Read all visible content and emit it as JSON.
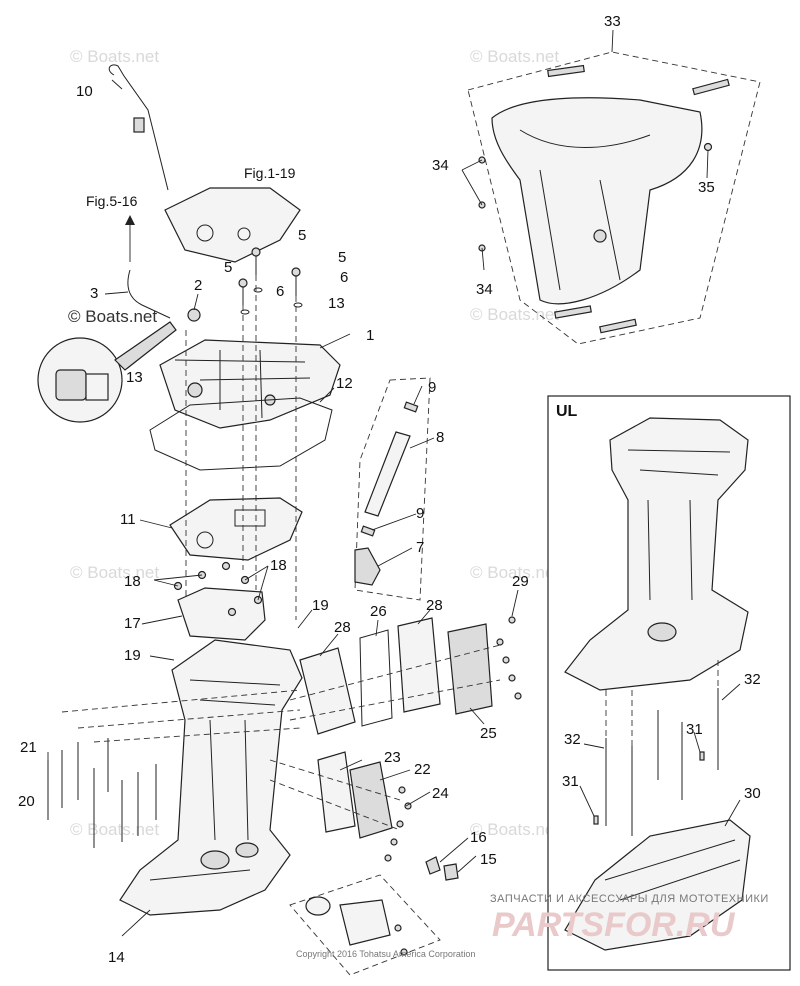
{
  "watermarks": [
    "© Boats.net",
    "© Boats.net",
    "© Boats.net",
    "© Boats.net",
    "© Boats.net",
    "© Boats.net",
    "© Boats.net",
    "© Boats.net"
  ],
  "boats_label": "© Boats.net",
  "fig_refs": {
    "fig_5_16": "Fig.5-16",
    "fig_1_19": "Fig.1-19"
  },
  "inset_label": "UL",
  "copyright": "Copyright 2016 Tohatsu America Corporation",
  "shop": {
    "line1": "ЗАПЧАСТИ И АКСЕССУАРЫ ДЛЯ МОТОТЕХНИКИ",
    "line2": "PARTSFOR.RU"
  },
  "callouts": {
    "c1": "1",
    "c2": "2",
    "c3": "3",
    "c5a": "5",
    "c5b": "5",
    "c6a": "6",
    "c6b": "6",
    "c7": "7",
    "c8": "8",
    "c9a": "9",
    "c9b": "9",
    "c10": "10",
    "c11": "11",
    "c12": "12",
    "c13a": "13",
    "c13b": "13",
    "c14": "14",
    "c15": "15",
    "c16": "16",
    "c17": "17",
    "c18a": "18",
    "c18b": "18",
    "c19a": "19",
    "c19b": "19",
    "c20": "20",
    "c21": "21",
    "c22": "22",
    "c23": "23",
    "c24": "24",
    "c25": "25",
    "c26": "26",
    "c28a": "28",
    "c28b": "28",
    "c29": "29",
    "c30": "30",
    "c31a": "31",
    "c31b": "31",
    "c32a": "32",
    "c32b": "32",
    "c33": "33",
    "c34a": "34",
    "c34b": "34",
    "c35": "35"
  }
}
